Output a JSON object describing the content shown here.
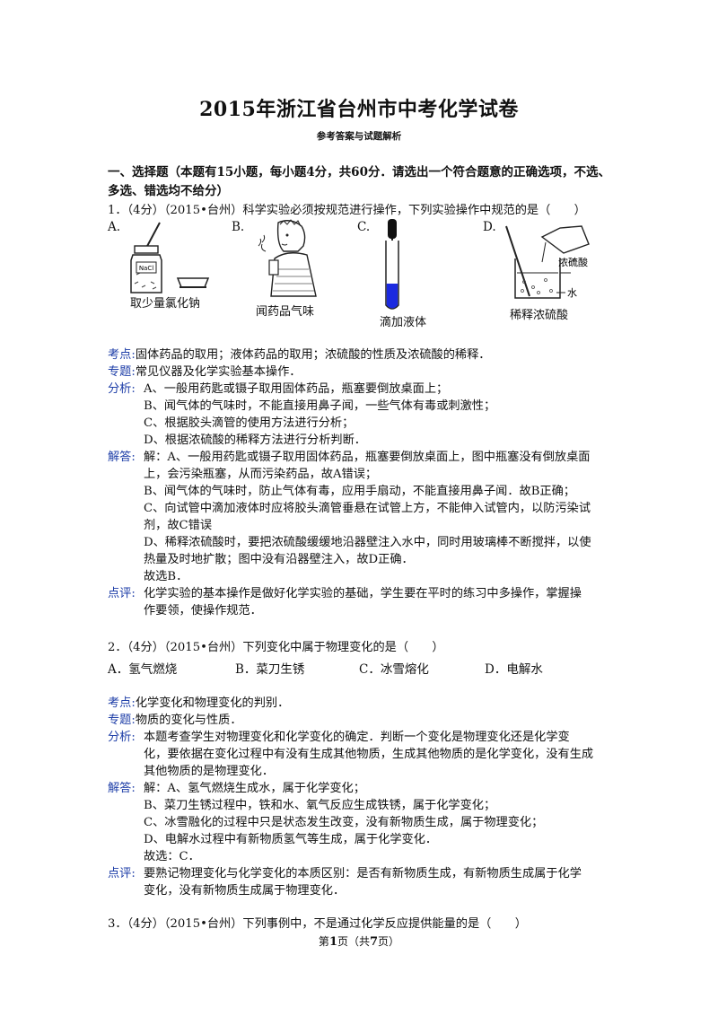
{
  "title": "2015年浙江省台州市中考化学试卷",
  "subtitle": "参考答案与试题解析",
  "section": "一、选择题（本题有15小题，每小题4分，共60分．请选出一个符合题意的正确选项，不选、多选、错选均不给分）",
  "labels": {
    "kaodian": "考点:",
    "zhuanti": "专题:",
    "fenxi": "分析:",
    "jieda": "解答:",
    "dianping": "点评:"
  },
  "q1": {
    "stem": "1．（4分）（2015•台州）科学实验必须按规范进行操作，下列实验操作中规范的是（　　）",
    "options": {
      "a": "A.",
      "b": "B.",
      "c": "C.",
      "d": "D."
    },
    "captions": {
      "a": "取少量氯化钠",
      "b": "闻药品气味",
      "c": "滴加液体",
      "d": "稀释浓硫酸"
    },
    "figure_text": {
      "nacl": "NaCl",
      "acid": "浓硫酸",
      "water": "水"
    },
    "kaodian": "固体药品的取用；液体药品的取用；浓硫酸的性质及浓硫酸的稀释．",
    "zhuanti": "常见仪器及化学实验基本操作．",
    "fenxi": [
      "A、一般用药匙或镊子取用固体药品，瓶塞要倒放桌面上；",
      "B、闻气体的气味时，不能直接用鼻子闻，一些气体有毒或刺激性；",
      "C、根据胶头滴管的使用方法进行分析；",
      "D、根据浓硫酸的稀释方法进行分析判断．"
    ],
    "jieda": [
      "解：A、一般用药匙或镊子取用固体药品，瓶塞要倒放桌面上，图中瓶塞没有倒放桌面",
      "上，会污染瓶塞，从而污染药品，故A错误；",
      "B、闻气体的气味时，防止气体有毒，应用手扇动，不能直接用鼻子闻．故B正确；",
      "C、向试管中滴加液体时应将胶头滴管垂悬在试管上方，不能伸入试管内，以防污染试",
      "剂，故C错误",
      "D、稀释浓硫酸时，要把浓硫酸缓缓地沿器壁注入水中，同时用玻璃棒不断搅拌，以使",
      "热量及时地扩散；图中没有沿器壁注入，故D正确．",
      "故选B．"
    ],
    "dianping": [
      "化学实验的基本操作是做好化学实验的基础，学生要在平时的练习中多操作，掌握操",
      "作要领，使操作规范．"
    ]
  },
  "q2": {
    "stem": "2．（4分）（2015•台州）下列变化中属于物理变化的是（　　）",
    "options": [
      "A．氢气燃烧",
      "B．菜刀生锈",
      "C．冰雪熔化",
      "D．电解水"
    ],
    "kaodian": "化学变化和物理变化的判别．",
    "zhuanti": "物质的变化与性质．",
    "fenxi": [
      "本题考查学生对物理变化和化学变化的确定．判断一个变化是物理变化还是化学变",
      "化，要依据在变化过程中有没有生成其他物质，生成其他物质的是化学变化，没有生成",
      "其他物质的是物理变化．"
    ],
    "jieda": [
      "解：A、氢气燃烧生成水，属于化学变化；",
      "B、菜刀生锈过程中，铁和水、氧气反应生成铁锈，属于化学变化；",
      "C、冰雪融化的过程中只是状态发生改变，没有新物质生成，属于物理变化；",
      "D、电解水过程中有新物质氢气等生成，属于化学变化．",
      "故选：C．"
    ],
    "dianping": [
      "要熟记物理变化与化学变化的本质区别：是否有新物质生成，有新物质生成属于化学",
      "变化，没有新物质生成属于物理变化．"
    ]
  },
  "q3": {
    "stem": "3．（4分）（2015•台州）下列事例中，不是通过化学反应提供能量的是（　　）"
  },
  "footer": {
    "prefix": "第",
    "page": "1",
    "mid": "页（共",
    "total": "7",
    "suffix": "页）"
  },
  "colors": {
    "label": "#1f3fa8",
    "text": "#111111",
    "tube_liquid": "#1b2ae0"
  }
}
